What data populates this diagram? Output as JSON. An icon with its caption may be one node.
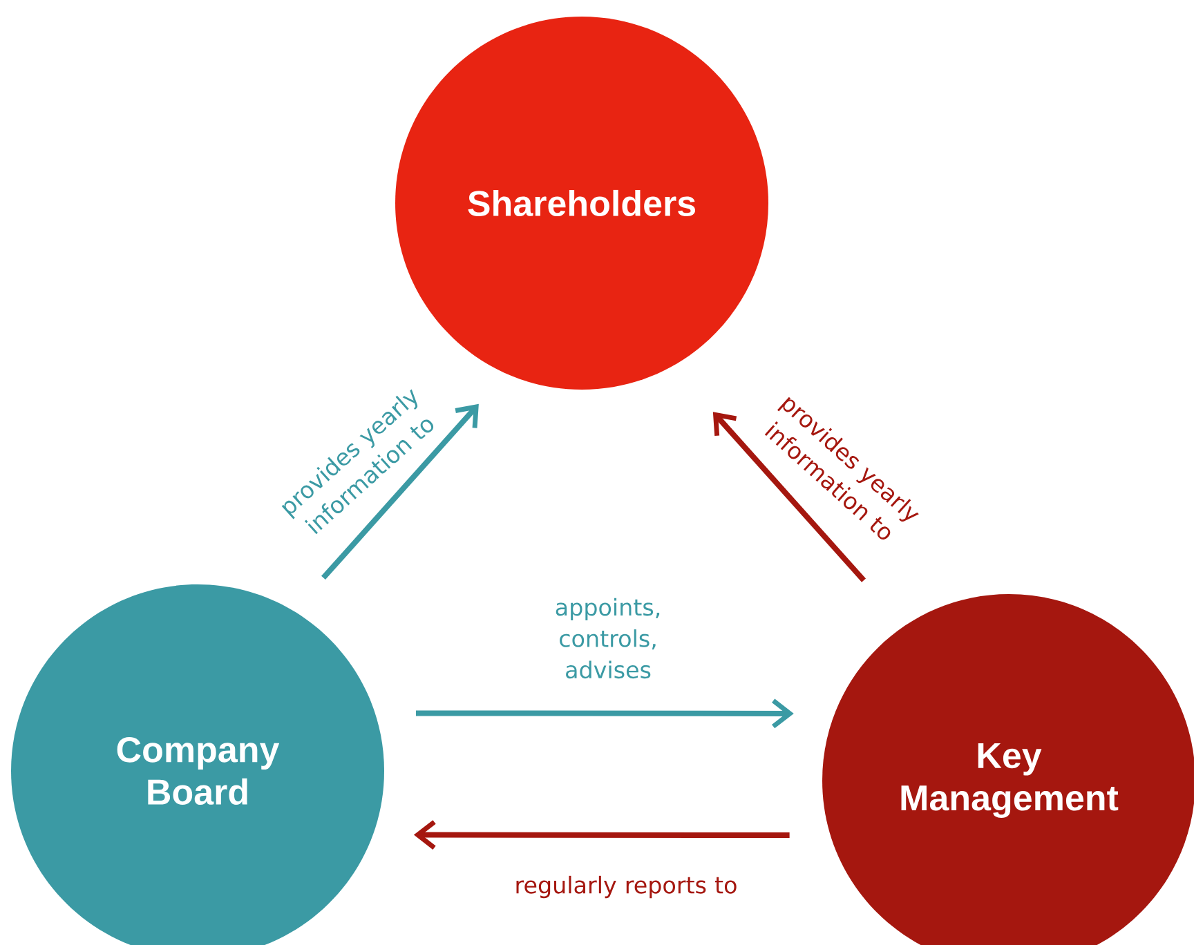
{
  "diagram": {
    "nodes": [
      {
        "text": [
          "Shareholders"
        ]
      },
      {
        "text": [
          "Company Board"
        ]
      },
      {
        "text": [
          "Key Management"
        ]
      }
    ],
    "edges": [
      {
        "from": 1,
        "to": 0,
        "arrow": "to",
        "label": "provides yearly information to",
        "color": "#3b9aa4"
      },
      {
        "from": 2,
        "to": 0,
        "arrow": "to",
        "label": "provides yearly information to",
        "color": "#a5170f"
      },
      {
        "from": 1,
        "to": 2,
        "arrow": "to",
        "label": "appoints, controls, advises",
        "color": "#3b9aa4"
      },
      {
        "from": 2,
        "to": 1,
        "arrow": "to",
        "label": "regularly reports to",
        "color": "#a5170f"
      }
    ]
  }
}
